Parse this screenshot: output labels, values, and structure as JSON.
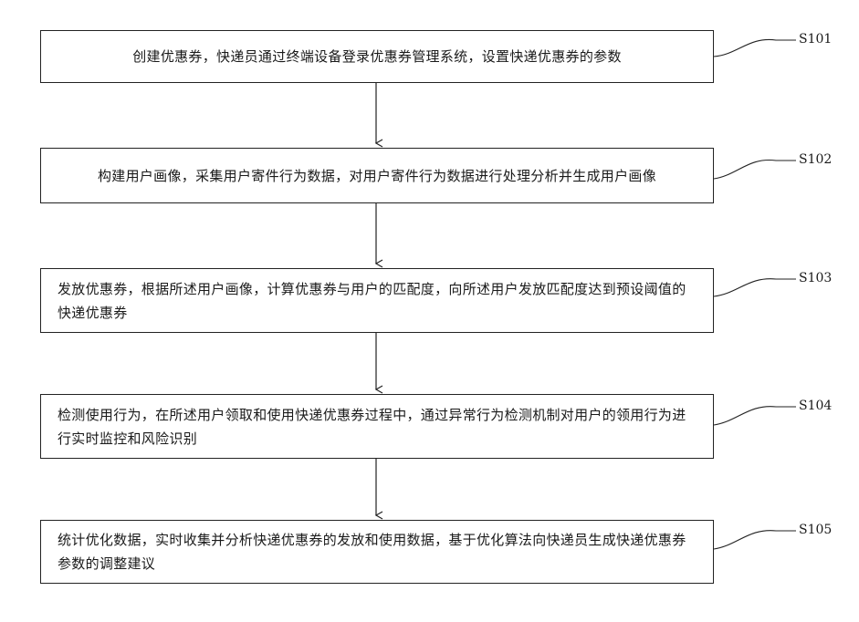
{
  "steps": [
    {
      "id": "S101",
      "text": "创建优惠券，快递员通过终端设备登录优惠券管理系统，设置快递优惠券的参数"
    },
    {
      "id": "S102",
      "text": "构建用户画像，采集用户寄件行为数据，对用户寄件行为数据进行处理分析并生成用户画像"
    },
    {
      "id": "S103",
      "text": "发放优惠券，根据所述用户画像，计算优惠券与用户的匹配度，向所述用户发放匹配度达到预设阈值的快递优惠券"
    },
    {
      "id": "S104",
      "text": "检测使用行为，在所述用户领取和使用快递优惠券过程中，通过异常行为检测机制对用户的领用行为进行实时监控和风险识别"
    },
    {
      "id": "S105",
      "text": "统计优化数据，实时收集并分析快递优惠券的发放和使用数据，基于优化算法向快递员生成快递优惠券参数的调整建议"
    }
  ]
}
